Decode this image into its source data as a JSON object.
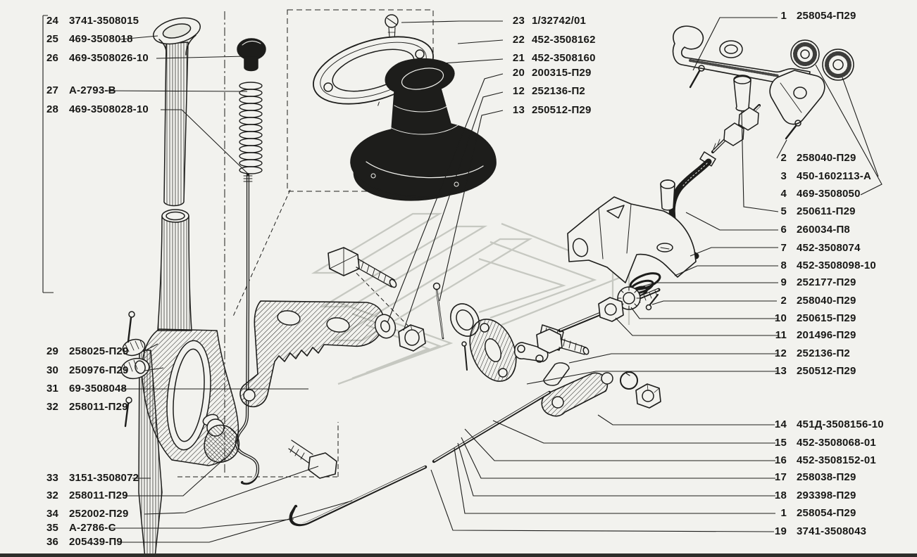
{
  "palette": {
    "paper": "#f2f2ee",
    "ink": "#1d1d1b",
    "watermark": "#c6c8c1"
  },
  "drawing_title": "Exploded parts diagram of parking brake lever and linkage",
  "callouts": {
    "left": [
      {
        "num": "24",
        "part": "3741-3508015"
      },
      {
        "num": "25",
        "part": "469-3508018"
      },
      {
        "num": "26",
        "part": "469-3508026-10"
      },
      {
        "num": "27",
        "part": "А-2793-В"
      },
      {
        "num": "28",
        "part": "469-3508028-10"
      },
      {
        "num": "29",
        "part": "258025-П29"
      },
      {
        "num": "30",
        "part": "250976-П29"
      },
      {
        "num": "31",
        "part": "69-3508048"
      },
      {
        "num": "32",
        "part": "258011-П29"
      },
      {
        "num": "33",
        "part": "3151-3508072"
      },
      {
        "num": "32",
        "part": "258011-П29"
      },
      {
        "num": "34",
        "part": "252002-П29"
      },
      {
        "num": "35",
        "part": "А-2786-С"
      },
      {
        "num": "36",
        "part": "205439-П9"
      }
    ],
    "top": [
      {
        "num": "23",
        "part": "1/32742/01"
      },
      {
        "num": "22",
        "part": "452-3508162"
      },
      {
        "num": "21",
        "part": "452-3508160"
      },
      {
        "num": "20",
        "part": "200315-П29"
      },
      {
        "num": "12",
        "part": "252136-П2"
      },
      {
        "num": "13",
        "part": "250512-П29"
      }
    ],
    "right": [
      {
        "num": "1",
        "part": "258054-П29"
      },
      {
        "num": "2",
        "part": "258040-П29"
      },
      {
        "num": "3",
        "part": "450-1602113-А"
      },
      {
        "num": "4",
        "part": "469-3508050"
      },
      {
        "num": "5",
        "part": "250611-П29"
      },
      {
        "num": "6",
        "part": "260034-П8"
      },
      {
        "num": "7",
        "part": "452-3508074"
      },
      {
        "num": "8",
        "part": "452-3508098-10"
      },
      {
        "num": "9",
        "part": "252177-П29"
      },
      {
        "num": "2",
        "part": "258040-П29"
      },
      {
        "num": "10",
        "part": "250615-П29"
      },
      {
        "num": "11",
        "part": "201496-П29"
      },
      {
        "num": "12",
        "part": "252136-П2"
      },
      {
        "num": "13",
        "part": "250512-П29"
      },
      {
        "num": "14",
        "part": "451Д-3508156-10"
      },
      {
        "num": "15",
        "part": "452-3508068-01"
      },
      {
        "num": "16",
        "part": "452-3508152-01"
      },
      {
        "num": "17",
        "part": "258038-П29"
      },
      {
        "num": "18",
        "part": "293398-П29"
      },
      {
        "num": "1",
        "part": "258054-П29"
      },
      {
        "num": "19",
        "part": "3741-3508043"
      }
    ]
  }
}
